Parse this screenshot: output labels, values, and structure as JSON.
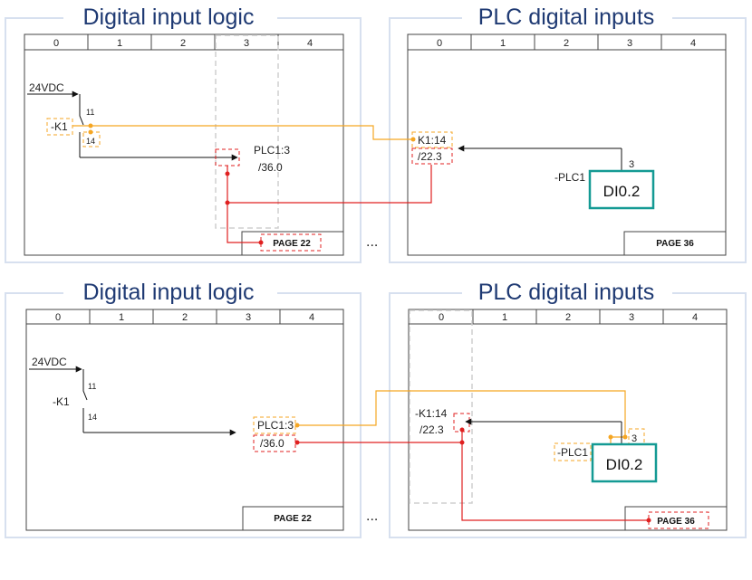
{
  "columns": [
    "0",
    "1",
    "2",
    "3",
    "4"
  ],
  "panels": [
    {
      "title": "Digital input logic",
      "page_label": "PAGE 22"
    },
    {
      "title": "PLC digital inputs",
      "page_label": "PAGE 36"
    },
    {
      "title": "Digital input logic",
      "page_label": "PAGE 22"
    },
    {
      "title": "PLC digital inputs",
      "page_label": "PAGE 36"
    }
  ],
  "ellipsis": "...",
  "logic": {
    "supply": "24VDC",
    "relay": "-K1",
    "pin_in": "11",
    "pin_out": "14",
    "xref_target": "PLC1:3",
    "xref_location": "/36.0"
  },
  "plc": {
    "xref_source": "K1:14",
    "xref_source_full": "-K1:14",
    "xref_location": "/22.3",
    "device": "-PLC1",
    "terminal": "3",
    "input": "DI0.2"
  },
  "colors": {
    "title": "#1f3a73",
    "frame": "#444444",
    "orange": "#f5a623",
    "red": "#e02020",
    "teal": "#149a94",
    "panel_shadow": "#d7e0ef"
  }
}
